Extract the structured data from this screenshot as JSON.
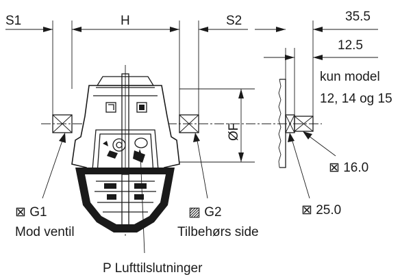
{
  "dimensions": {
    "s1": "S1",
    "h": "H",
    "s2": "S2",
    "f": "ØF",
    "d35": "35.5",
    "d12": "12.5"
  },
  "notes": {
    "model_line1": "kun model",
    "model_line2": "12, 14 og 15",
    "sq16": "⊠ 16.0",
    "sq25": "⊠ 25.0",
    "g1": "⊠ G1",
    "g1_desc": "Mod ventil",
    "g2": "▨ G2",
    "g2_desc": "Tilbehørs side",
    "p": "P Lufttilslutninger"
  }
}
